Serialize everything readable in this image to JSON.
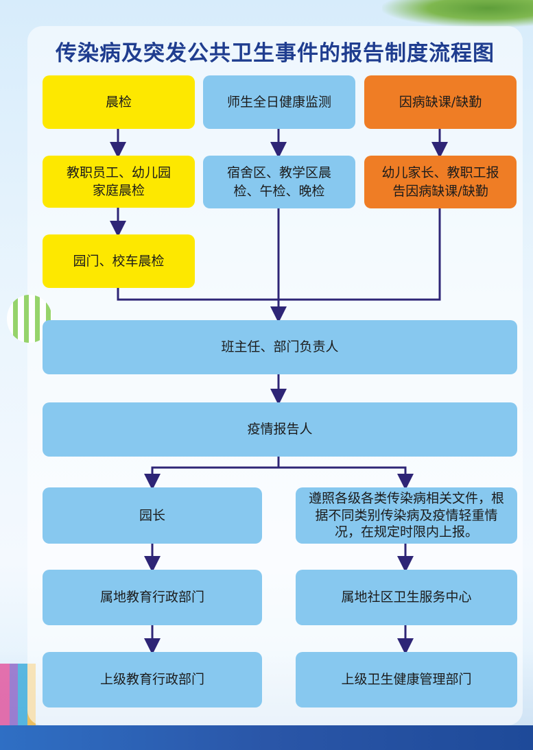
{
  "title": "传染病及突发公共卫生事件的报告制度流程图",
  "boxes": {
    "morning_check": "晨检",
    "all_day_monitor": "师生全日健康监测",
    "sick_absence": "因病缺课/缺勤",
    "staff_family_check": "教职员工、幼儿园家庭晨检",
    "dorm_teaching_check": "宿舍区、教学区晨检、午检、晚检",
    "parent_staff_report": "幼儿家长、教职工报告因病缺课/缺勤",
    "gate_bus_check": "园门、校车晨检",
    "class_teacher": "班主任、部门负责人",
    "epidemic_reporter": "疫情报告人",
    "principal": "园长",
    "follow_rules": "遵照各级各类传染病相关文件，根据不同类别传染病及疫情轻重情况，在规定时限内上报。",
    "local_edu_dept": "属地教育行政部门",
    "community_health": "属地社区卫生服务中心",
    "upper_edu_dept": "上级教育行政部门",
    "upper_health_dept": "上级卫生健康管理部门"
  },
  "colors": {
    "yellow": "#fde800",
    "blue": "#87c8ef",
    "orange": "#ef7d25",
    "arrow": "#2e2576",
    "title": "#1f3d8f"
  }
}
